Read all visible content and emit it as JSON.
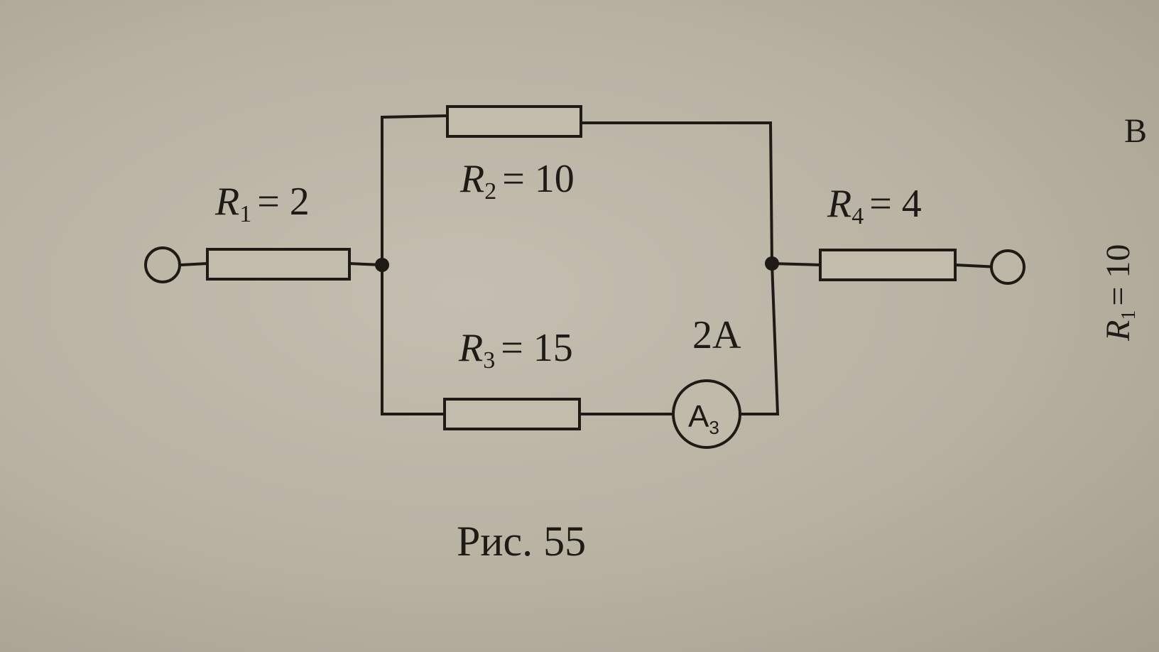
{
  "diagram": {
    "r1": {
      "symbol": "R",
      "subscript": "1",
      "value": "= 2"
    },
    "r2": {
      "symbol": "R",
      "subscript": "2",
      "value": "= 10"
    },
    "r3": {
      "symbol": "R",
      "subscript": "3",
      "value": "= 15"
    },
    "r4": {
      "symbol": "R",
      "subscript": "4",
      "value": "= 4"
    },
    "ammeter": {
      "symbol": "A",
      "subscript": "3"
    },
    "current_label": "2A",
    "caption": "Рис. 55"
  },
  "edge": {
    "letter": "В",
    "rotated_label": {
      "symbol": "R",
      "subscript": "1",
      "value": "= 10"
    }
  },
  "colors": {
    "ink": "#1e1b17",
    "paper": "#b9b3a4"
  }
}
